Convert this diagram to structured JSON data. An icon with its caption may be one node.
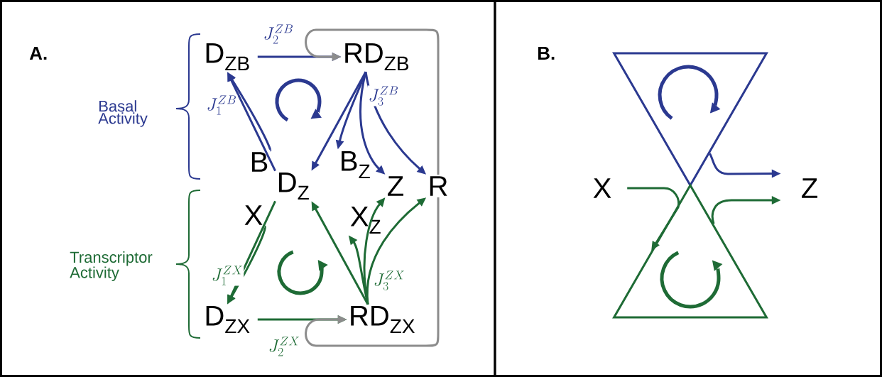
{
  "diagram": {
    "nodes": [
      {
        "text": [
          "D$_{ZB}$"
        ]
      },
      {
        "text": [
          "RD$_{ZB}$"
        ]
      },
      {
        "text": [
          "B"
        ]
      },
      {
        "text": [
          "D$_{Z}$"
        ]
      },
      {
        "text": [
          "B$_{Z}$"
        ]
      },
      {
        "text": [
          "Z"
        ]
      },
      {
        "text": [
          "R"
        ]
      },
      {
        "text": [
          "X"
        ]
      },
      {
        "text": [
          "X$_{Z}$"
        ]
      },
      {
        "text": [
          "D$_{ZX}$"
        ]
      },
      {
        "text": [
          "RD$_{ZX}$"
        ]
      },
      {
        "text": [],
        "shape": "triangle"
      },
      {
        "text": [],
        "shape": "triangle"
      },
      {
        "text": [
          "X"
        ]
      },
      {
        "text": [
          "Z"
        ]
      }
    ],
    "edges": [
      {
        "from": 0,
        "to": 1,
        "arrow": "to",
        "label": "J^{ZB}_{2}",
        "color": "#2b3990"
      },
      {
        "from": 6,
        "to": 1,
        "arrow": "to",
        "color": "#8c8c8c"
      },
      {
        "from": 3,
        "to": 0,
        "arrow": "to",
        "label": "J^{ZB}_{1}",
        "color": "#2b3990"
      },
      {
        "from": 2,
        "to": 0,
        "arrow": "to",
        "color": "#2b3990"
      },
      {
        "from": 1,
        "to": 3,
        "arrow": "to",
        "color": "#2b3990"
      },
      {
        "from": 1,
        "to": 4,
        "arrow": "to",
        "color": "#2b3990"
      },
      {
        "from": 1,
        "to": 5,
        "arrow": "to",
        "color": "#2b3990"
      },
      {
        "from": 1,
        "to": 6,
        "arrow": "to",
        "label": "J^{ZB}_{3}",
        "color": "#2b3990"
      },
      {
        "from": 3,
        "to": 9,
        "arrow": "to",
        "label": "J^{ZX}_{1}",
        "color": "#1e6b35"
      },
      {
        "from": 7,
        "to": 9,
        "arrow": "to",
        "color": "#1e6b35"
      },
      {
        "from": 9,
        "to": 10,
        "arrow": "to",
        "label": "J^{ZX}_{2}",
        "color": "#1e6b35"
      },
      {
        "from": 6,
        "to": 10,
        "arrow": "to",
        "color": "#8c8c8c"
      },
      {
        "from": 10,
        "to": 3,
        "arrow": "to",
        "color": "#1e6b35"
      },
      {
        "from": 10,
        "to": 8,
        "arrow": "to",
        "color": "#1e6b35"
      },
      {
        "from": 10,
        "to": 5,
        "arrow": "to",
        "color": "#1e6b35"
      },
      {
        "from": 10,
        "to": 6,
        "arrow": "to",
        "label": "J^{ZX}_{3}",
        "color": "#1e6b35"
      },
      {
        "from": 13,
        "to": 12,
        "arrow": "to",
        "color": "#1e6b35"
      },
      {
        "from": 11,
        "to": 14,
        "arrow": "to",
        "color": "#2b3990"
      },
      {
        "from": 12,
        "to": 14,
        "arrow": "to",
        "color": "#1e6b35"
      }
    ],
    "labels": [
      "A.",
      "Basal Activity",
      "Transcriptor Activity",
      "B."
    ]
  }
}
